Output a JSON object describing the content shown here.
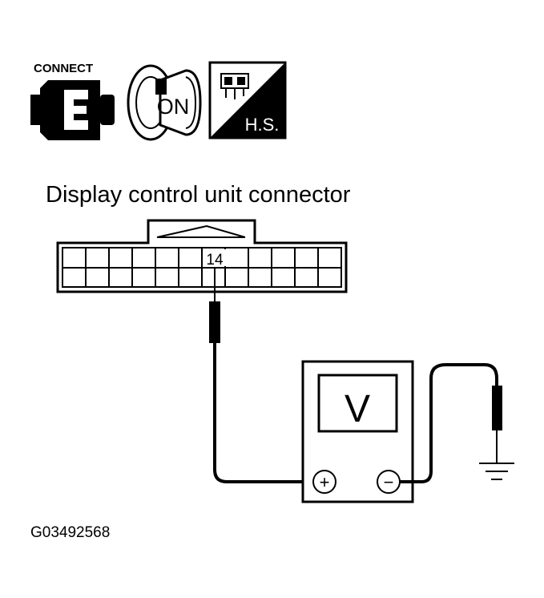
{
  "icons": {
    "connect_label": "CONNECT",
    "ignition_label": "ON",
    "harness_label": "H.S."
  },
  "title": "Display control unit connector",
  "connector": {
    "pin_label": "14"
  },
  "meter": {
    "display": "V",
    "positive_symbol": "+",
    "negative_symbol": "−"
  },
  "figure_id": "G03492568",
  "colors": {
    "ink": "#000000",
    "paper": "#ffffff"
  }
}
